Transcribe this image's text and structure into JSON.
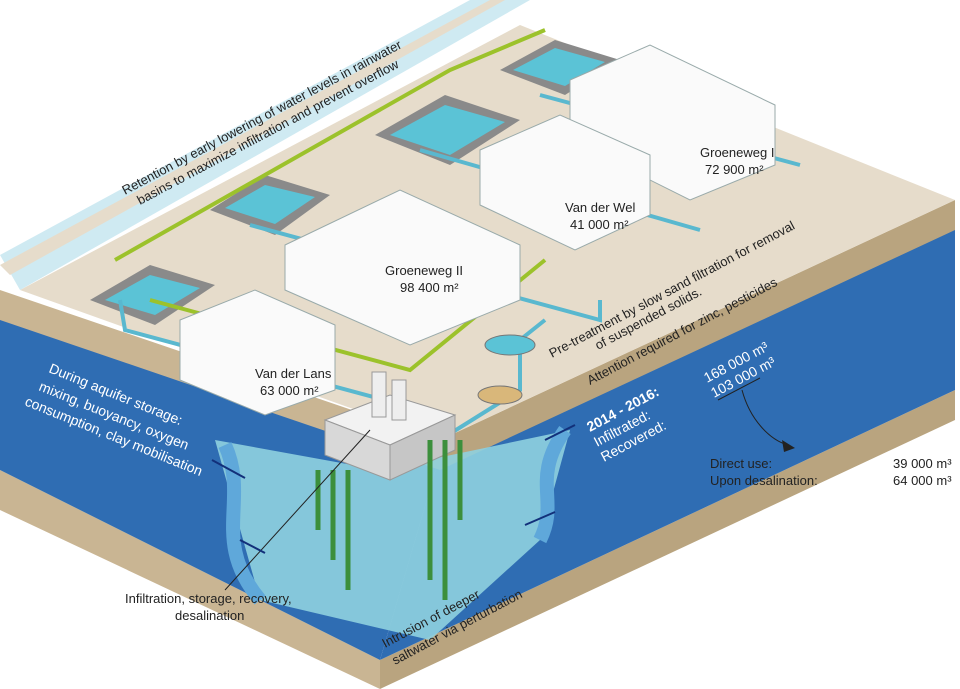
{
  "retention_note": [
    "Retention by early lowering of water levels in rainwater",
    "basins to maximize infiltration and prevent overflow"
  ],
  "greenhouses": [
    {
      "name": "Groeneweg I",
      "area": "72 900 m²"
    },
    {
      "name": "Van der Wel",
      "area": "41 000 m²"
    },
    {
      "name": "Groeneweg II",
      "area": "98 400 m²"
    },
    {
      "name": "Van der Lans",
      "area": "63 000 m²"
    }
  ],
  "pretreatment_note": [
    "Pre-treatment by slow sand filtration for removal",
    "of suspended solids.",
    "Attention required for zinc, pesticides"
  ],
  "aquifer_note": [
    "During aquifer storage:",
    "mixing, buoyancy, oxygen",
    "consumption, clay mobilisation"
  ],
  "period": {
    "title": "2014 - 2016:",
    "infiltrated_label": "Infiltrated:",
    "infiltrated_value": "168 000 m³",
    "recovered_label": "Recovered:",
    "recovered_value": "103 000 m³"
  },
  "recovery_split": [
    {
      "label": "Direct use:",
      "value": "39 000 m³"
    },
    {
      "label": "Upon desalination:",
      "value": "64 000 m³"
    }
  ],
  "well_note": [
    "Infiltration, storage, recovery,",
    "desalination"
  ],
  "saltwater_note": [
    "Intrusion of deeper",
    "saltwater via perturbation"
  ],
  "colors": {
    "surface": "#e6dccb",
    "soil": "#c9b593",
    "aquifer": "#2f6db3",
    "water": "#8fd0df",
    "basin": "#5bc3d6",
    "pipe_clean": "#59b8cf",
    "pipe_green": "#9cc22b"
  }
}
